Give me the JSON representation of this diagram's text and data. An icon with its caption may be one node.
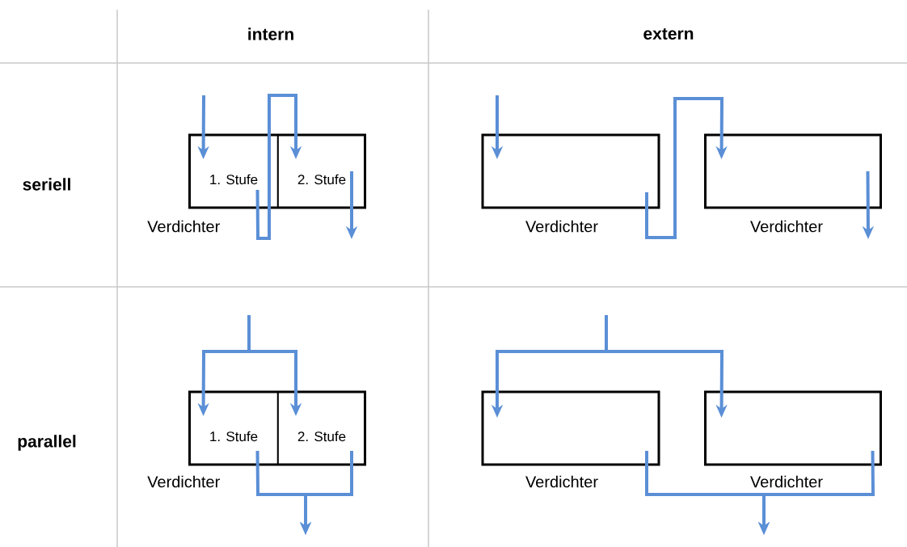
{
  "diagram": {
    "nodes": [
      {
        "text": [
          "Verdichter"
        ]
      },
      {
        "text": [
          "1. Stufe"
        ],
        "in": 0
      },
      {
        "text": [
          "2. Stufe"
        ],
        "in": 0
      },
      {
        "text": [
          "Verdichter"
        ]
      },
      {
        "text": [
          "Verdichter"
        ]
      },
      {
        "text": [
          "Verdichter"
        ]
      },
      {
        "text": [
          "1. Stufe"
        ],
        "in": 5
      },
      {
        "text": [
          "2. Stufe"
        ],
        "in": 5
      },
      {
        "text": [
          "Verdichter"
        ]
      },
      {
        "text": [
          "Verdichter"
        ]
      }
    ],
    "edges": [
      {
        "from": null,
        "to": 1,
        "arrow": "to"
      },
      {
        "from": 1,
        "to": 2,
        "arrow": "to"
      },
      {
        "from": 2,
        "to": null,
        "arrow": "to"
      },
      {
        "from": null,
        "to": 3,
        "arrow": "to"
      },
      {
        "from": 3,
        "to": 4,
        "arrow": "to"
      },
      {
        "from": 4,
        "to": null,
        "arrow": "to"
      },
      {
        "from": null,
        "to": 6,
        "arrow": "to"
      },
      {
        "from": null,
        "to": 7,
        "arrow": "to"
      },
      {
        "from": 6,
        "to": null,
        "arrow": "to"
      },
      {
        "from": 7,
        "to": null,
        "arrow": "to"
      },
      {
        "from": null,
        "to": 8,
        "arrow": "to"
      },
      {
        "from": null,
        "to": 9,
        "arrow": "to"
      },
      {
        "from": 8,
        "to": null,
        "arrow": "to"
      },
      {
        "from": 9,
        "to": null,
        "arrow": "to"
      }
    ],
    "labels": [
      "intern",
      "extern",
      "seriell",
      "parallel"
    ]
  }
}
